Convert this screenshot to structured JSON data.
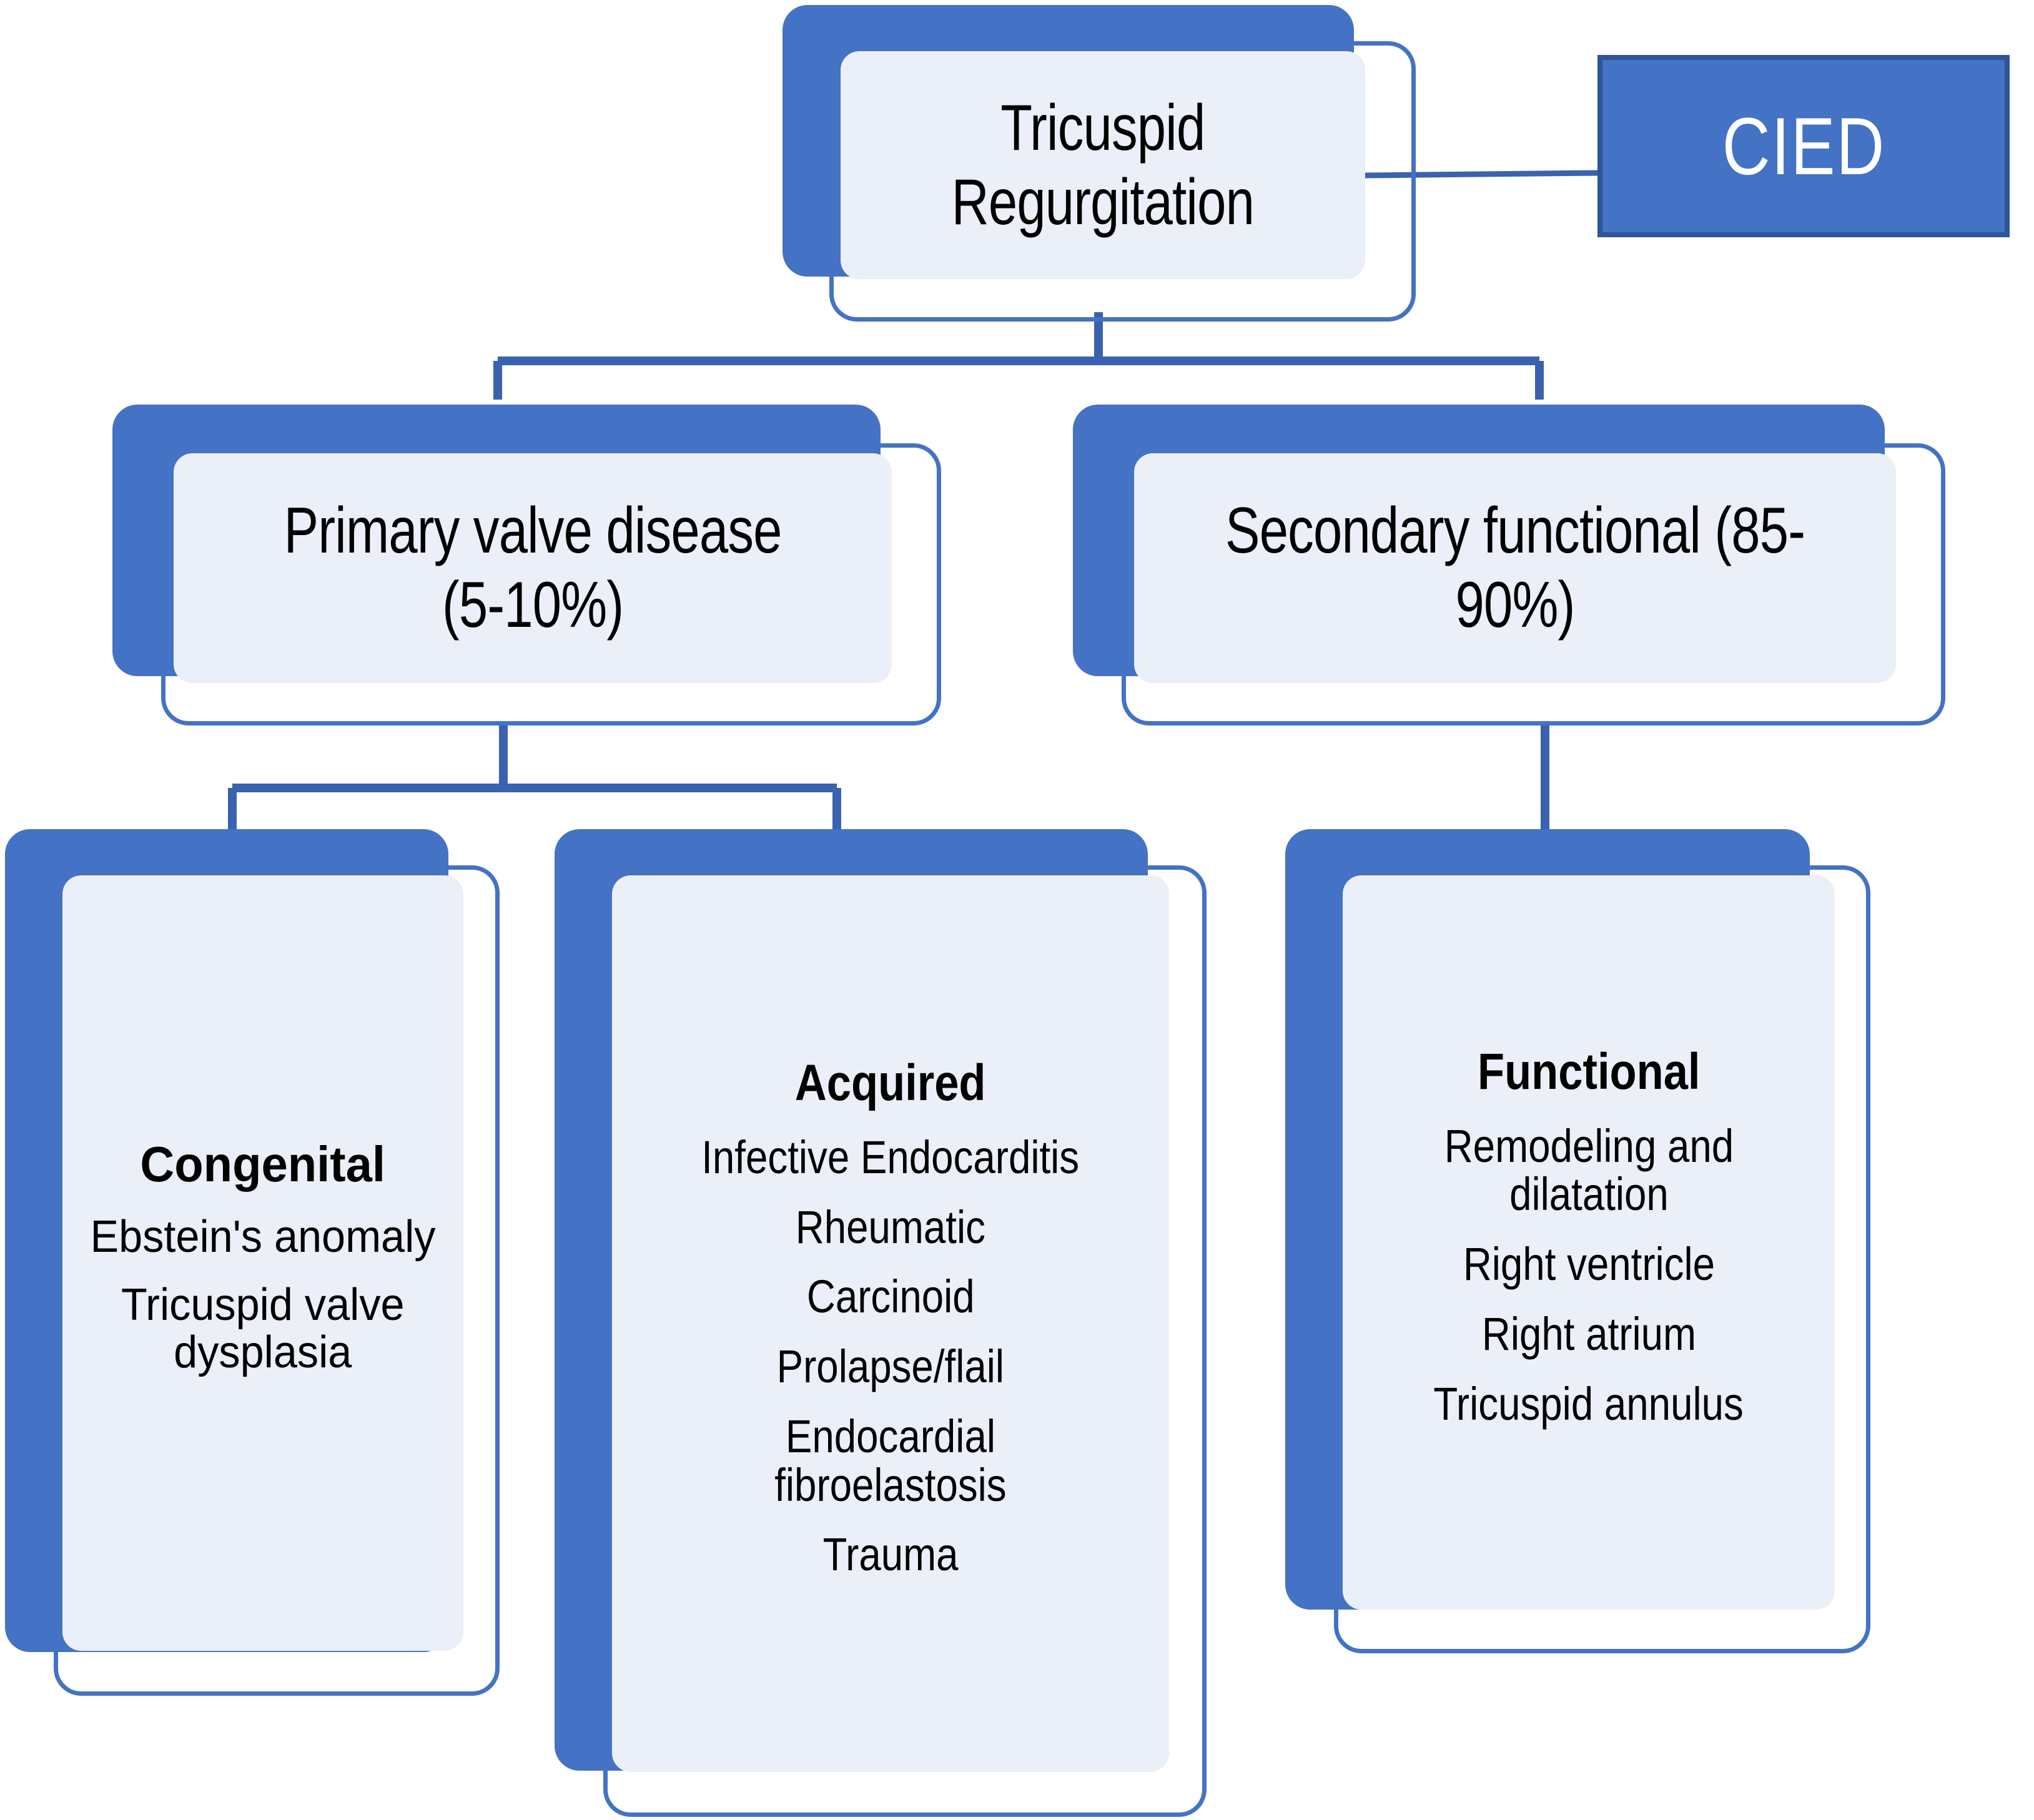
{
  "diagram": {
    "title": "Tricuspid Regurgitation etiology flowchart",
    "colors": {
      "plate_blue": "#4472C4",
      "panel_fill": "#EBEFF7",
      "outline_blue": "#4472C4",
      "cied_fill": "#4472C4",
      "cied_border": "#2F5597",
      "cied_text": "#FFFFFF",
      "connector": "#3A62AE",
      "text": "#000000"
    }
  },
  "root": {
    "label": "Tricuspid\nRegurgitation"
  },
  "callout": {
    "label": "CIED"
  },
  "branches": {
    "primary": {
      "label": "Primary valve disease\n(5-10%)"
    },
    "secondary": {
      "label": "Secondary functional (85-\n90%)"
    }
  },
  "leaves": {
    "congenital": {
      "title": "Congenital",
      "items": [
        "Ebstein's anomaly",
        "Tricuspid valve\ndysplasia"
      ]
    },
    "acquired": {
      "title": "Acquired",
      "items": [
        "Infective Endocarditis",
        "Rheumatic",
        "Carcinoid",
        "Prolapse/flail",
        "Endocardial\nfibroelastosis",
        "Trauma"
      ]
    },
    "functional": {
      "title": "Functional",
      "items": [
        "Remodeling and\ndilatation",
        "Right ventricle",
        "Right atrium",
        "Tricuspid annulus"
      ]
    }
  }
}
